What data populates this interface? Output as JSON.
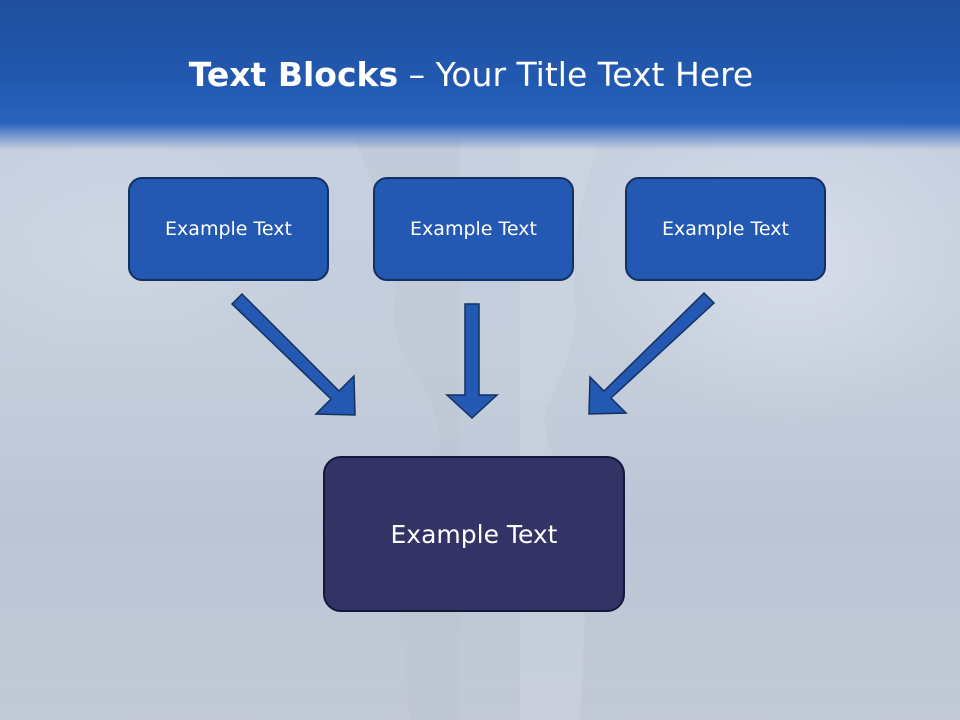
{
  "slide": {
    "title_bold": "Text Blocks",
    "title_rest": " – Your Title Text Here",
    "blocks": [
      {
        "label": "Example Text"
      },
      {
        "label": "Example Text"
      },
      {
        "label": "Example Text"
      }
    ],
    "target": {
      "label": "Example Text"
    }
  },
  "colors": {
    "title_band": "#2259b0",
    "block_fill": "#2359b2",
    "block_border": "#13305f",
    "target_fill": "#333366",
    "arrow_fill": "#2359b2",
    "background": "#c5cedc"
  },
  "icons": {
    "arrow_left": "down-right-arrow-icon",
    "arrow_center": "down-arrow-icon",
    "arrow_right": "down-left-arrow-icon"
  }
}
